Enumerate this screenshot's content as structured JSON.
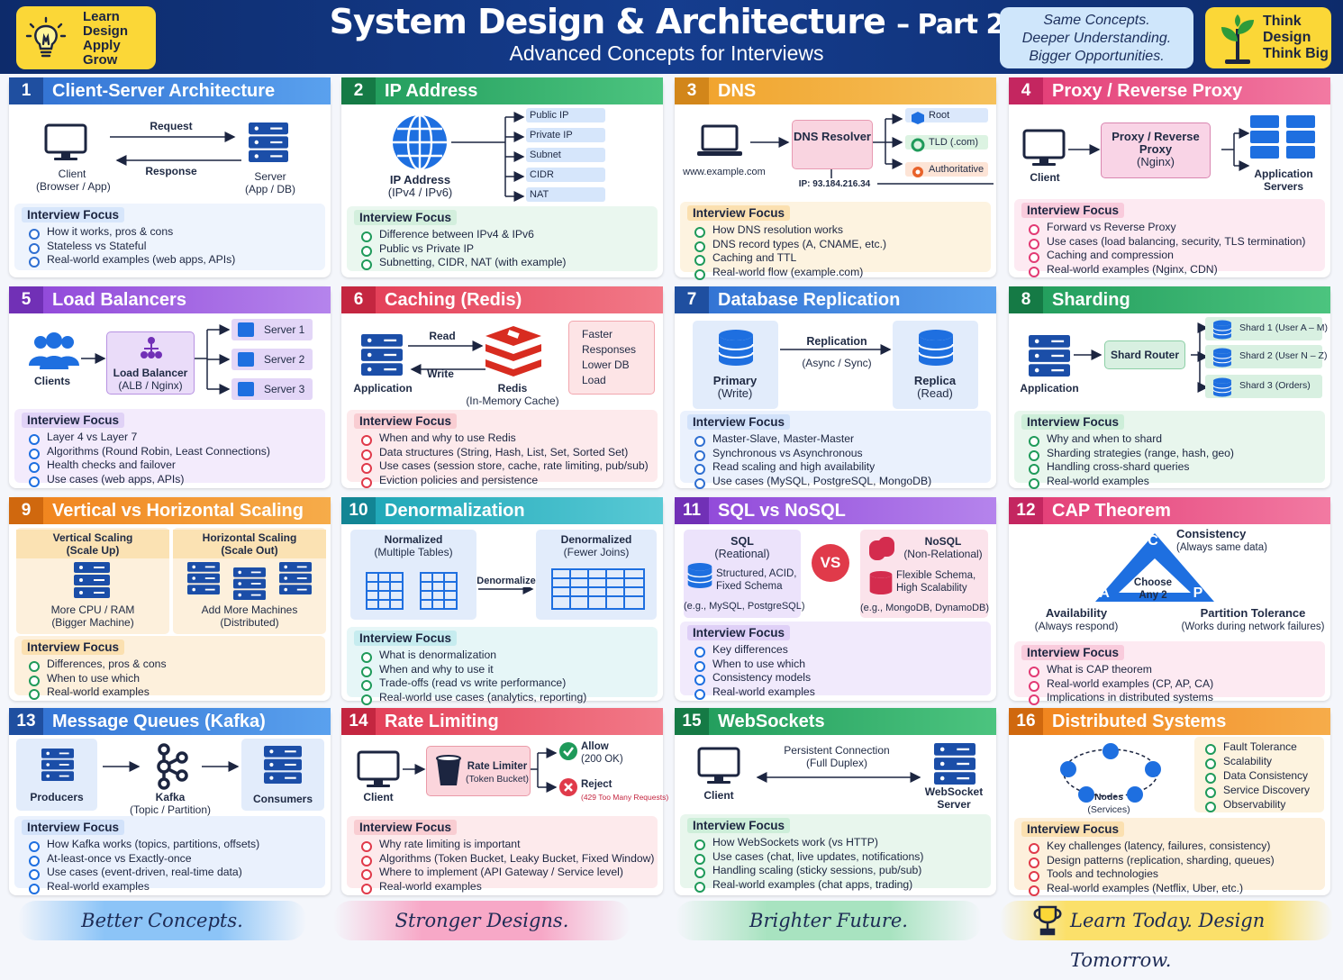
{
  "header": {
    "learn_lines": [
      "Learn",
      "Design",
      "Apply",
      "Grow"
    ],
    "title_main": "System Design & Architecture",
    "title_part": "– Part 2",
    "subtitle": "Advanced Concepts for Interviews",
    "badge_lines": [
      "Same Concepts.",
      "Deeper Understanding.",
      "Bigger Opportunities."
    ],
    "think_lines": [
      "Think",
      "Design",
      "Think Big"
    ]
  },
  "colors": {
    "blue": "#2f6fd1",
    "green": "#1f9a5a",
    "orange": "#f0a12a",
    "pink": "#e23a74",
    "purple": "#8e44d8",
    "red": "#e03a4a"
  },
  "panels": [
    {
      "num": "1",
      "title": "Client-Server Architecture",
      "labels": {
        "client": "Client",
        "client_sub": "(Browser / App)",
        "request": "Request",
        "response": "Response",
        "server": "Server",
        "server_sub": "(App / DB)"
      },
      "focus_title": "Interview Focus",
      "items": [
        "How it works, pros & cons",
        "Stateless vs Stateful",
        "Real-world examples (web apps, APIs)"
      ]
    },
    {
      "num": "2",
      "title": "IP Address",
      "labels": {
        "ip": "IP Address",
        "ip_sub": "(IPv4 / IPv6)",
        "chips": [
          "Public IP",
          "Private IP",
          "Subnet",
          "CIDR",
          "NAT"
        ]
      },
      "focus_title": "Interview Focus",
      "items": [
        "Difference between IPv4 & IPv6",
        "Public vs Private IP",
        "Subnetting, CIDR, NAT (with example)"
      ]
    },
    {
      "num": "3",
      "title": "DNS",
      "labels": {
        "url": "www.example.com",
        "resolver": "DNS Resolver",
        "ip": "IP: 93.184.216.34",
        "root": "Root",
        "tld": "TLD (.com)",
        "auth": "Authoritative"
      },
      "focus_title": "Interview Focus",
      "items": [
        "How DNS resolution works",
        "DNS record types (A, CNAME, etc.)",
        "Caching and TTL",
        "Real-world flow (example.com)"
      ]
    },
    {
      "num": "4",
      "title": "Proxy / Reverse Proxy",
      "labels": {
        "client": "Client",
        "proxy": "Proxy / Reverse Proxy",
        "proxy_sub": "(Nginx)",
        "app": "Application",
        "app2": "Servers"
      },
      "focus_title": "Interview Focus",
      "items": [
        "Forward vs Reverse Proxy",
        "Use cases (load balancing, security, TLS termination)",
        "Caching and compression",
        "Real-world examples (Nginx, CDN)"
      ]
    },
    {
      "num": "5",
      "title": "Load Balancers",
      "labels": {
        "clients": "Clients",
        "lb": "Load Balancer",
        "lb_sub": "(ALB / Nginx)",
        "servers": [
          "Server 1",
          "Server 2",
          "Server 3"
        ]
      },
      "focus_title": "Interview Focus",
      "items": [
        "Layer 4 vs Layer 7",
        "Algorithms (Round Robin, Least Connections)",
        "Health checks and failover",
        "Use cases (web apps, APIs)"
      ]
    },
    {
      "num": "6",
      "title": "Caching (Redis)",
      "labels": {
        "app": "Application",
        "read": "Read",
        "write": "Write",
        "redis": "Redis",
        "redis_sub": "(In-Memory Cache)",
        "faster": "Faster",
        "responses": "Responses",
        "lower": "Lower DB Load"
      },
      "focus_title": "Interview Focus",
      "items": [
        "When and why to use Redis",
        "Data structures (String, Hash, List, Set, Sorted Set)",
        "Use cases (session store, cache, rate limiting, pub/sub)",
        "Eviction policies and persistence"
      ]
    },
    {
      "num": "7",
      "title": "Database Replication",
      "labels": {
        "primary": "Primary",
        "primary_sub": "(Write)",
        "replication": "Replication",
        "rep_sub": "(Async / Sync)",
        "replica": "Replica",
        "replica_sub": "(Read)"
      },
      "focus_title": "Interview Focus",
      "items": [
        "Master-Slave, Master-Master",
        "Synchronous vs Asynchronous",
        "Read scaling and high availability",
        "Use cases (MySQL, PostgreSQL, MongoDB)"
      ]
    },
    {
      "num": "8",
      "title": "Sharding",
      "labels": {
        "app": "Application",
        "router": "Shard Router",
        "shards": [
          "Shard 1 (User A – M)",
          "Shard 2 (User N – Z)",
          "Shard 3 (Orders)"
        ]
      },
      "focus_title": "Interview Focus",
      "items": [
        "Why and when to shard",
        "Sharding strategies (range, hash, geo)",
        "Handling cross-shard queries",
        "Real-world examples"
      ]
    },
    {
      "num": "9",
      "title": "Vertical vs Horizontal Scaling",
      "labels": {
        "vert": "Vertical Scaling",
        "vert_sub": "(Scale Up)",
        "horiz": "Horizontal Scaling",
        "horiz_sub": "(Scale Out)",
        "more": "More CPU / RAM",
        "more_sub": "(Bigger Machine)",
        "add": "Add More Machines",
        "add_sub": "(Distributed)"
      },
      "focus_title": "Interview Focus",
      "items": [
        "Differences, pros & cons",
        "When to use which",
        "Real-world examples"
      ]
    },
    {
      "num": "10",
      "title": "Denormalization",
      "labels": {
        "norm": "Normalized",
        "norm_sub": "(Multiple Tables)",
        "denorm": "Denormalized",
        "denorm_sub": "(Fewer Joins)",
        "arrow": "Denormalize"
      },
      "focus_title": "Interview Focus",
      "items": [
        "What is denormalization",
        "When and why to use it",
        "Trade-offs (read vs write performance)",
        "Real-world use cases (analytics, reporting)"
      ]
    },
    {
      "num": "11",
      "title": "SQL vs NoSQL",
      "labels": {
        "sql": "SQL",
        "sql_sub": "(Reational)",
        "sql_d1": "Structured, ACID,",
        "sql_d2": "Fixed Schema",
        "sql_ex": "(e.g., MySQL, PostgreSQL)",
        "vs": "VS",
        "nosql": "NoSQL",
        "nosql_sub": "(Non-Relational)",
        "nosql_d1": "Flexible Schema,",
        "nosql_d2": "High Scalability",
        "nosql_ex": "(e.g., MongoDB, DynamoDB)"
      },
      "focus_title": "Interview Focus",
      "items": [
        "Key differences",
        "When to use which",
        "Consistency models",
        "Real-world examples"
      ]
    },
    {
      "num": "12",
      "title": "CAP Theorem",
      "labels": {
        "c": "C",
        "a": "A",
        "p": "P",
        "choose": "Choose",
        "any2": "Any 2",
        "consistency": "Consistency",
        "cons_sub": "(Always same data)",
        "avail": "Availability",
        "avail_sub": "(Always respond)",
        "pt": "Partition Tolerance",
        "pt_sub": "(Works during network failures)"
      },
      "focus_title": "Interview Focus",
      "items": [
        "What is CAP theorem",
        "Real-world examples (CP, AP, CA)",
        "Implications in distributed systems"
      ]
    },
    {
      "num": "13",
      "title": "Message Queues (Kafka)",
      "labels": {
        "producers": "Producers",
        "kafka": "Kafka",
        "kafka_sub": "(Topic / Partition)",
        "consumers": "Consumers"
      },
      "focus_title": "Interview Focus",
      "items": [
        "How Kafka works (topics, partitions, offsets)",
        "At-least-once vs Exactly-once",
        "Use cases (event-driven, real-time data)",
        "Real-world examples"
      ]
    },
    {
      "num": "14",
      "title": "Rate Limiting",
      "labels": {
        "client": "Client",
        "rl": "Rate Limiter",
        "rl_sub": "(Token Bucket)",
        "allow": "Allow",
        "allow_sub": "(200 OK)",
        "reject": "Reject",
        "reject_sub": "(429 Too Many Requests)"
      },
      "focus_title": "Interview Focus",
      "items": [
        "Why rate limiting is important",
        "Algorithms (Token Bucket, Leaky Bucket, Fixed Window)",
        "Where to implement (API Gateway / Service level)",
        "Real-world examples"
      ]
    },
    {
      "num": "15",
      "title": "WebSockets",
      "labels": {
        "client": "Client",
        "conn": "Persistent Connection",
        "conn_sub": "(Full Duplex)",
        "ws": "WebSocket",
        "ws2": "Server"
      },
      "focus_title": "Interview Focus",
      "items": [
        "How WebSockets work (vs HTTP)",
        "Use cases (chat, live updates, notifications)",
        "Handling scaling (sticky sessions, pub/sub)",
        "Real-world examples (chat apps, trading)"
      ]
    },
    {
      "num": "16",
      "title": "Distributed Systems",
      "labels": {
        "nodes": "Nodes",
        "nodes_sub": "(Services)",
        "props": [
          "Fault Tolerance",
          "Scalability",
          "Data Consistency",
          "Service Discovery",
          "Observability"
        ]
      },
      "focus_title": "Interview Focus",
      "items": [
        "Key challenges (latency, failures, consistency)",
        "Design patterns (replication, sharding, queues)",
        "Tools and technologies",
        "Real-world examples (Netflix, Uber, etc.)"
      ]
    }
  ],
  "footer": [
    "Better Concepts.",
    "Stronger Designs.",
    "Brighter Future.",
    "Learn Today. Design Tomorrow."
  ]
}
